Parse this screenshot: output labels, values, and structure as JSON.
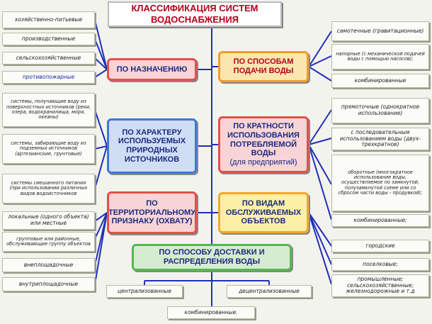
{
  "title": "КЛАССИФИКАЦИЯ СИСТЕМ\nВОДОСНАБЖЕНИЯ",
  "categories": {
    "purpose": "ПО НАЗНАЧЕНИЮ",
    "supply_method": "ПО СПОСОБАМ ПОДАЧИ ВОДЫ",
    "source_type": "ПО ХАРАКТЕРУ ИСПОЛЬЗУЕМЫХ ПРИРОДНЫХ ИСТОЧНИКОВ",
    "reuse_rate": "ПО КРАТНОСТИ ИСПОЛЬЗОВАНИЯ ПОТРЕБЛЯЕМОЙ ВОДЫ",
    "reuse_rate_note": "(для предприятий)",
    "territory": "ПО ТЕРРИТОРИАЛЬНОМУ ПРИЗНАКУ (ОХВАТУ)",
    "served_objects": "ПО ВИДАМ ОБСЛУЖИВАЕМЫХ ОБЪЕКТОВ",
    "delivery": "ПО СПОСОБУ ДОСТАВКИ И РАСПРЕДЕЛЕНИЯ ВОДЫ"
  },
  "purpose_items": [
    "хозяйственно-питьевые",
    "производственные",
    "сельскохозяйственные",
    "противопожарные"
  ],
  "supply_items": [
    "самотечные (гравитационные)",
    "напорные (с механической подачей воды с помощью насосов);",
    "комбинированные"
  ],
  "source_items": [
    "системы, получающие воду из поверхностных источников (реки, озера, водохранилища, моря, океаны)",
    "системы, забирающие воду из подземных источников (артезианские, грунтовые)",
    "системы смешанного питания (при использовании различных видов водоисточников"
  ],
  "reuse_items": [
    "прямоточные (однократное использование)",
    "с последовательным использованием воды (двух-трехкратное)",
    "оборотные (многократное использование воды, осуществляемое по замкнутой, полузамкнутой схеме или со сбросом части воды - продувкой);",
    "комбинированные;"
  ],
  "territory_items": [
    "локальные (одного объекта) или местные",
    "групповые или районные, обслуживающие группу объектов",
    "внеплощадочные",
    "внутриплощадочные"
  ],
  "object_items": [
    "городские",
    "поселковые;",
    "промышленные; сельскохозяйственные; железнодорожные и т.д"
  ],
  "delivery_items": [
    "централизованные",
    "децентрализованные",
    "комбинированные."
  ]
}
